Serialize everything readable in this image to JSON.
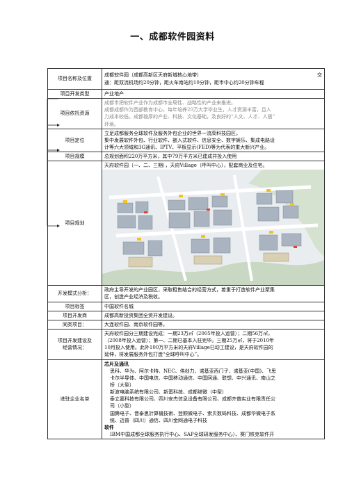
{
  "doc": {
    "title": "一、成都软件园资料"
  },
  "rows": {
    "name": {
      "label": "项目名称及位置",
      "line1": "成都软件园（成都高新区天府新城核心地带）",
      "line1_tail": "交",
      "line2": "通：距双流机场约20分钟，距火车南站约10分钟，距市中心约20分钟车程"
    },
    "dev_type": {
      "label": "项目开发类型",
      "value": "产业地产"
    },
    "resources": {
      "label": "项目依托资源",
      "lines": [
        "成都市把软件产业作为成都市全局性、战略性的产业来推进。",
        "成都成都作为西部教育中心，每年培养20万大学毕业生，人才资源丰富，且人",
        "力成本较低。成都雄厚的产业、科技、文化基础，及良好的“人文、人才、人居”",
        "环境。"
      ]
    },
    "position": {
      "label": "项目定位",
      "lines": [
        "立足成都服务全球软件及服务外包企业的世界一流高科技园区。",
        "集中发展软件外包、行业软件、嵌入式软件、信息安全、数字娱乐、集成电路设",
        "计等六大领域和3G通讯、IPTV、平板显示(FED)等为代表的重大新兴产业。"
      ]
    },
    "scale": {
      "label": "项目规模",
      "value": "总规划面积220万平方米，其中79万平方米已建成并投入使用"
    },
    "plan": {
      "label": "项目规划",
      "caption": "天府软件园（一、二、三期），天府Village（呼叫中心），配套商业及住宅。"
    },
    "mode": {
      "label": "开发模式分析：",
      "lines": [
        "政府主导开发的产业园区，采取租售结合的经营方式，着重于打造软件产业聚集",
        "区，创造产业经济及税收。"
      ]
    },
    "tag": {
      "label": "项目标签",
      "value": "中国软件名城"
    },
    "developer": {
      "label": "项目开发商",
      "value": "成都高新投资集团全资开发建设。"
    },
    "similar": {
      "label": "同类项目：",
      "value": "大连软件园、南京软件园等。"
    },
    "progress": {
      "label1": "项目开发建设及",
      "label2": "经营情况：",
      "lines": [
        "天府软件园分三期建设完成：一期23万㎡（2005年投入运营）；二期56万㎡，",
        "（2008年投入运营）；第一、二期已基本入驻完毕。三期25万㎡，将于2010年",
        "10月投入使用。此外100万平方米的天府Village已动工建设，是天府软件园的",
        "延伸，将发展服务外包打造“全球呼叫中心”。"
      ]
    },
    "tenants": {
      "label": "进驻企业名单",
      "cat1": "芯片及通讯",
      "cat1_lines": [
        "思科、华为、阿尔卡特、NEC、伟创力、诺基亚西门子、诺基亚(中国)、飞思",
        "卡尔半导体、中国电信、中国移动通信、中国网通、联想、中兴通讯、南山之",
        "桥（大型）",
        "新波电脑系统有限公司、新蛋科技、成都继微（中型）",
        "泰立嘉科技有限公司、四川安杰信息设备有限公司、成都齐普实业有限责任公",
        "司（小型）",
        "国腾电子、音泰思計算機技術、登颢微电子、索贝数码科技、成都华微电子系",
        "统、迈普（四川）通信、四川金网通电子科技"
      ],
      "cat2": "软件",
      "cat2_lines": [
        "IBM中国成都全球服务执行中心、SAP全球研发服务中心）、赛门铁克软件开"
      ]
    }
  }
}
